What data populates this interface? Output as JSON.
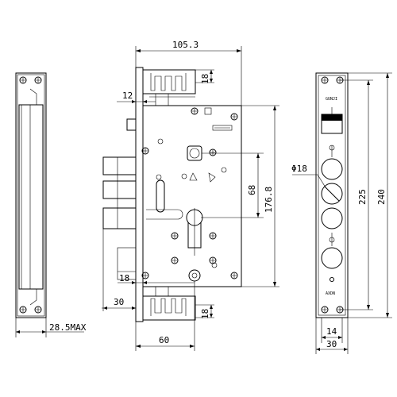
{
  "dimensions": {
    "width_105": "105.3",
    "top_18": "18",
    "offset_12": "12",
    "dist_68": "68",
    "dist_176": "176.8",
    "bottom_18_left": "18",
    "offset_30": "30",
    "bottom_18_right": "18",
    "width_60": "60",
    "depth_max": "28.5MAX",
    "diameter": "Φ18",
    "height_225": "225",
    "height_240": "240",
    "plate_14": "14",
    "plate_30": "30"
  },
  "markings": {
    "plate_top_text": "GUNJI",
    "plate_bottom_text": "AXDN"
  }
}
